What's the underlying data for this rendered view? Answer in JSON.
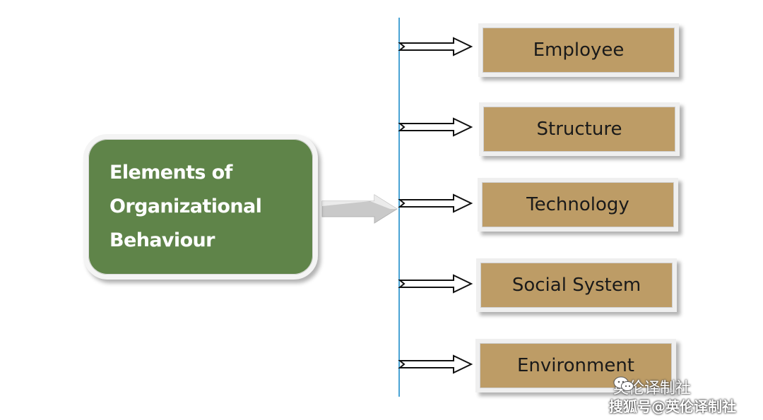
{
  "diagram": {
    "root": {
      "title": "Elements of Organizational Behaviour"
    },
    "elements": [
      {
        "label": "Employee"
      },
      {
        "label": "Structure"
      },
      {
        "label": "Technology"
      },
      {
        "label": "Social System"
      },
      {
        "label": "Environment"
      }
    ]
  },
  "watermarks": {
    "wechat": "英伦译制社",
    "sohu": "搜狐号@英伦译制社"
  },
  "colors": {
    "root_fill": "#5f8449",
    "element_fill": "#bd9c66",
    "connector_line": "#4aa3d4"
  }
}
